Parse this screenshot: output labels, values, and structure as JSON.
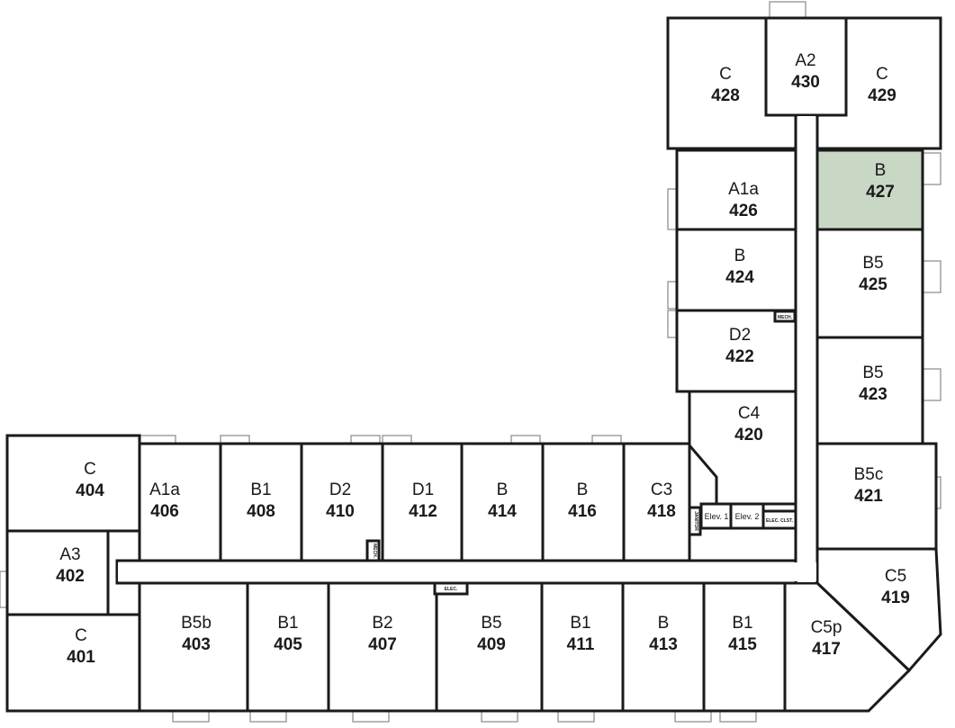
{
  "floor_plan": {
    "highlight_color": "#c9d8c5",
    "highlighted_unit": "427",
    "units": [
      {
        "number": "428",
        "type": "C"
      },
      {
        "number": "430",
        "type": "A2"
      },
      {
        "number": "429",
        "type": "C"
      },
      {
        "number": "426",
        "type": "A1a"
      },
      {
        "number": "427",
        "type": "B"
      },
      {
        "number": "424",
        "type": "B"
      },
      {
        "number": "425",
        "type": "B5"
      },
      {
        "number": "422",
        "type": "D2"
      },
      {
        "number": "423",
        "type": "B5"
      },
      {
        "number": "420",
        "type": "C4"
      },
      {
        "number": "421",
        "type": "B5c"
      },
      {
        "number": "419",
        "type": "C5"
      },
      {
        "number": "417",
        "type": "C5p"
      },
      {
        "number": "404",
        "type": "C"
      },
      {
        "number": "402",
        "type": "A3"
      },
      {
        "number": "401",
        "type": "C"
      },
      {
        "number": "406",
        "type": "A1a"
      },
      {
        "number": "408",
        "type": "B1"
      },
      {
        "number": "410",
        "type": "D2"
      },
      {
        "number": "412",
        "type": "D1"
      },
      {
        "number": "414",
        "type": "B"
      },
      {
        "number": "416",
        "type": "B"
      },
      {
        "number": "418",
        "type": "C3"
      },
      {
        "number": "403",
        "type": "B5b"
      },
      {
        "number": "405",
        "type": "B1"
      },
      {
        "number": "407",
        "type": "B2"
      },
      {
        "number": "409",
        "type": "B5"
      },
      {
        "number": "411",
        "type": "B1"
      },
      {
        "number": "413",
        "type": "B"
      },
      {
        "number": "415",
        "type": "B1"
      }
    ],
    "service_rooms": {
      "elev1": "Elev. 1",
      "elev2": "Elev. 2",
      "elec_closet": "ELEC. CLST.",
      "janitor": "JANITOR",
      "mech_upper": "MECH.",
      "mech_lower": "MECH.",
      "elec": "ELEC."
    }
  }
}
